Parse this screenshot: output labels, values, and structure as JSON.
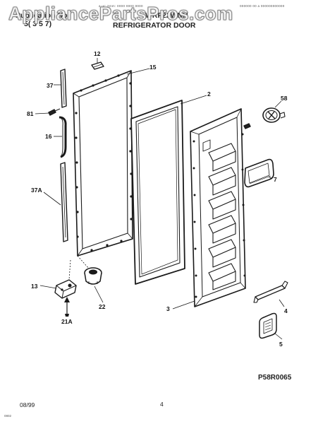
{
  "header": {
    "tiny_text_left": "a  ur: 2mm: 0000 0000  0000",
    "tiny_text_right": "000000  00  a  000000000000",
    "publication_label": "Publication No",
    "publication_value": "5(  3  5  7)",
    "model": "WRF22WNH",
    "section_title": "REFRIGERATOR DOOR"
  },
  "watermark": "AppliancePartsPros.com",
  "callouts": {
    "c12": "12",
    "c15": "15",
    "c37": "37",
    "c81": "81",
    "c16": "16",
    "c2": "2",
    "c58": "58",
    "c7": "7",
    "c37a": "37A",
    "c13": "13",
    "c22": "22",
    "c21a": "21A",
    "c3": "3",
    "c4": "4",
    "c5": "5"
  },
  "figure_code": "P58R0065",
  "footer": {
    "date": "08/99",
    "page_number": "4",
    "corner_mark": "0802"
  }
}
